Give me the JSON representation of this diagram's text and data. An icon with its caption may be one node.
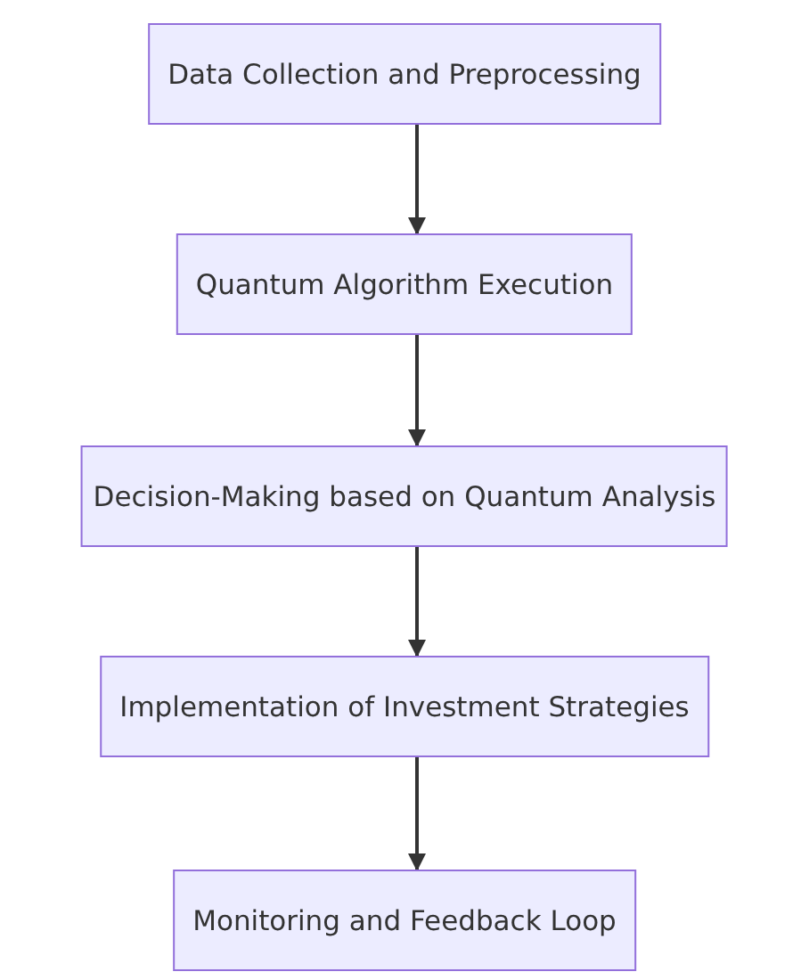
{
  "diagram": {
    "nodes": [
      {
        "text": [
          "Data Collection and Preprocessing"
        ]
      },
      {
        "text": [
          "Quantum Algorithm Execution"
        ]
      },
      {
        "text": [
          "Decision-Making based on Quantum Analysis"
        ]
      },
      {
        "text": [
          "Implementation of Investment Strategies"
        ]
      },
      {
        "text": [
          "Monitoring and Feedback Loop"
        ]
      }
    ],
    "edges": [
      {
        "from": 0,
        "to": 1,
        "arrow": "to"
      },
      {
        "from": 1,
        "to": 2,
        "arrow": "to"
      },
      {
        "from": 2,
        "to": 3,
        "arrow": "to"
      },
      {
        "from": 3,
        "to": 4,
        "arrow": "to"
      }
    ]
  }
}
